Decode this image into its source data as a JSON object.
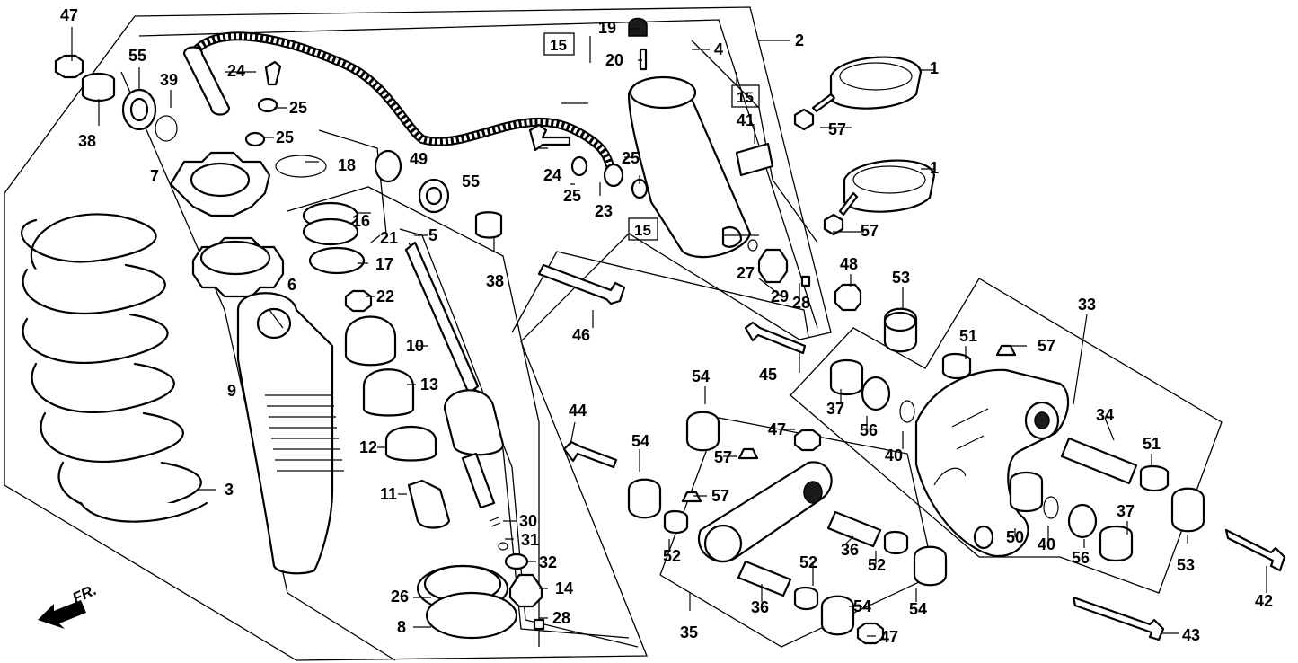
{
  "diagram": {
    "direction_label": "FR.",
    "ref_box_label": "15",
    "callouts": [
      "1",
      "1",
      "2",
      "3",
      "4",
      "5",
      "6",
      "7",
      "8",
      "9",
      "10",
      "11",
      "12",
      "13",
      "14",
      "15",
      "15",
      "15",
      "16",
      "17",
      "18",
      "19",
      "20",
      "21",
      "22",
      "23",
      "24",
      "24",
      "25",
      "25",
      "25",
      "25",
      "26",
      "27",
      "28",
      "28",
      "29",
      "30",
      "31",
      "32",
      "33",
      "34",
      "35",
      "36",
      "36",
      "37",
      "37",
      "38",
      "38",
      "39",
      "40",
      "40",
      "41",
      "42",
      "43",
      "44",
      "45",
      "46",
      "47",
      "47",
      "47",
      "48",
      "49",
      "50",
      "51",
      "51",
      "52",
      "52",
      "52",
      "53",
      "53",
      "54",
      "54",
      "54",
      "54",
      "55",
      "55",
      "56",
      "56",
      "57",
      "57",
      "57"
    ]
  }
}
